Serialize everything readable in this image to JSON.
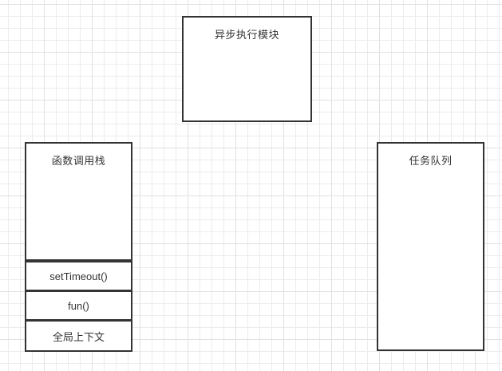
{
  "colors": {
    "canvas_bg": "#ffffff",
    "grid_minor": "#ececec",
    "grid_major": "#e1e1e1",
    "shape_border": "#333333",
    "shape_fill": "#ffffff",
    "text": "#333333"
  },
  "shapes": {
    "async_module": {
      "label": "异步执行模块"
    },
    "call_stack": {
      "label": "函数调用栈",
      "frames": [
        {
          "label": "setTimeout()"
        },
        {
          "label": "fun()"
        },
        {
          "label": "全局上下文"
        }
      ]
    },
    "task_queue": {
      "label": "任务队列"
    }
  }
}
